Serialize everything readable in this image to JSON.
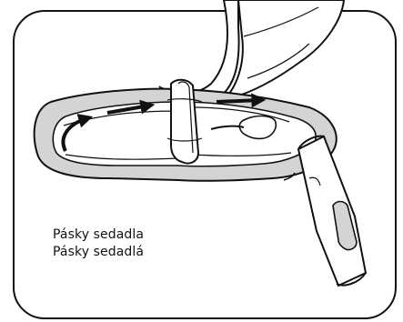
{
  "figure": {
    "captions": [
      "Pásky sedadla",
      "Pásky sedadlá"
    ],
    "icons": [
      "rounded-frame",
      "seat-strap-loop-icon",
      "strap-clip-icon",
      "strap-buckle-tube-icon",
      "direction-arrow-icon",
      "curved-arrow-icon"
    ],
    "colors": {
      "ink": "#111111",
      "fill": "#ffffff",
      "shade": "#d4d4d4"
    }
  }
}
